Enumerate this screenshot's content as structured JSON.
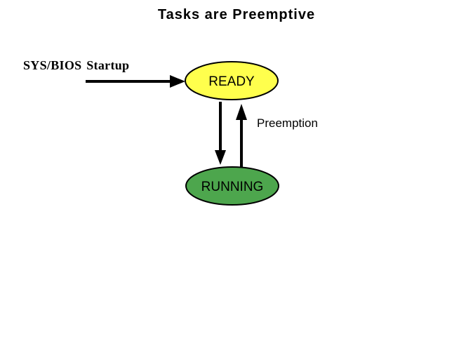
{
  "title": "Tasks are Preemptive",
  "diagram": {
    "type": "state-transition-diagram",
    "states": [
      {
        "id": "ready",
        "label": "READY",
        "fill": "#ffff4d",
        "stroke": "#000000"
      },
      {
        "id": "running",
        "label": "RUNNING",
        "fill": "#4da64d",
        "stroke": "#000000"
      }
    ],
    "transitions": [
      {
        "from": "start",
        "to": "ready",
        "label": "SYS/BIOS Startup"
      },
      {
        "from": "ready",
        "to": "running",
        "label": ""
      },
      {
        "from": "running",
        "to": "ready",
        "label": "Preemption"
      }
    ]
  },
  "colors": {
    "background": "#ffffff",
    "text": "#000000",
    "arrow": "#000000"
  }
}
